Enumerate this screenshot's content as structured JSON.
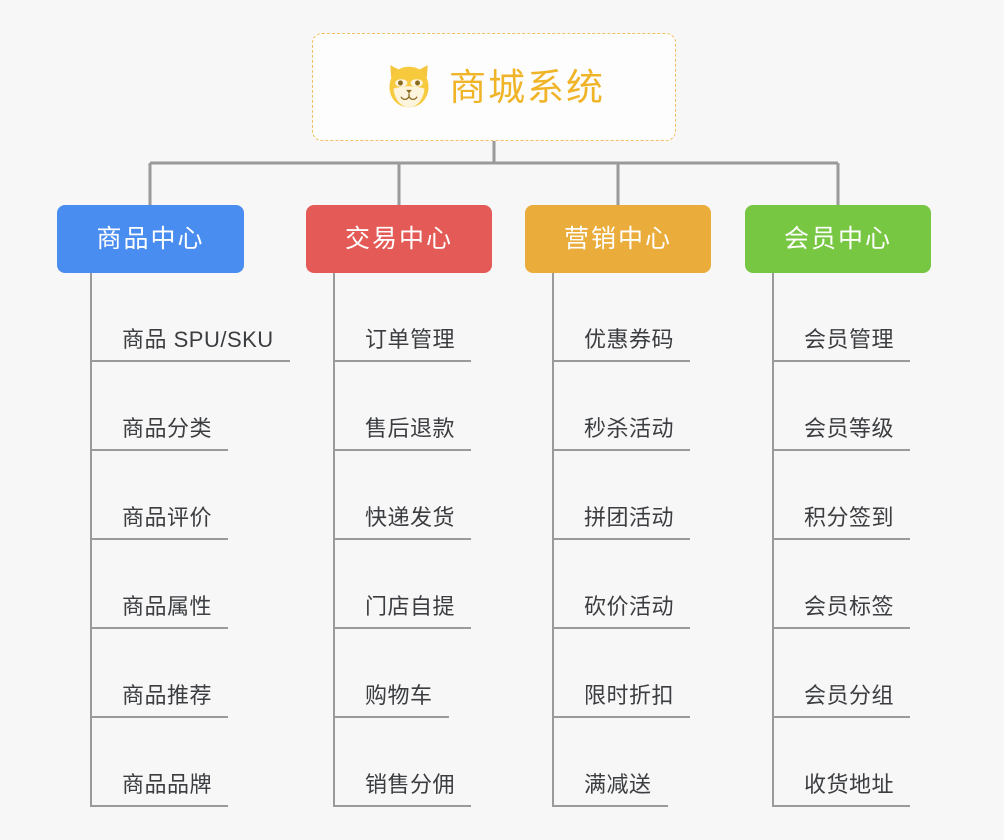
{
  "root": {
    "title": "商城系统",
    "icon": "shiba-dog-icon",
    "border_color": "#f0c060",
    "title_color": "#f0b429",
    "background": "#fdfdfd"
  },
  "canvas": {
    "background": "#f7f7f7",
    "connector_color": "#9a9a9a",
    "leaf_text_color": "#3b3d40"
  },
  "branches": [
    {
      "label": "商品中心",
      "color": "#4a8df0",
      "items": [
        "商品 SPU/SKU",
        "商品分类",
        "商品评价",
        "商品属性",
        "商品推荐",
        "商品品牌"
      ]
    },
    {
      "label": "交易中心",
      "color": "#e45a56",
      "items": [
        "订单管理",
        "售后退款",
        "快递发货",
        "门店自提",
        "购物车",
        "销售分佣"
      ]
    },
    {
      "label": "营销中心",
      "color": "#eaac3a",
      "items": [
        "优惠券码",
        "秒杀活动",
        "拼团活动",
        "砍价活动",
        "限时折扣",
        "满减送"
      ]
    },
    {
      "label": "会员中心",
      "color": "#77c743",
      "items": [
        "会员管理",
        "会员等级",
        "积分签到",
        "会员标签",
        "会员分组",
        "收货地址"
      ]
    }
  ]
}
